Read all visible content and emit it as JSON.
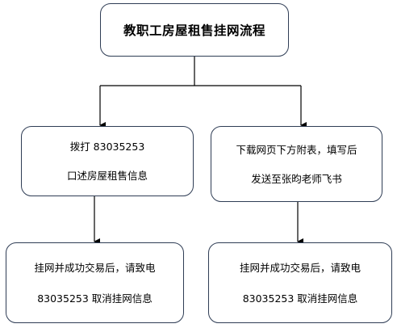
{
  "flowchart": {
    "title": "教职工房屋租售挂网流程",
    "left_branch": {
      "step1": {
        "line1": "拨打 83035253",
        "line2": "口述房屋租售信息"
      },
      "step2": {
        "line1": "挂网并成功交易后，请致电",
        "line2": "83035253 取消挂网信息"
      }
    },
    "right_branch": {
      "step1": {
        "line1": "下载网页下方附表，填写后",
        "line2": "发送至张昀老师飞书"
      },
      "step2": {
        "line1": "挂网并成功交易后，请致电",
        "line2": "83035253 取消挂网信息"
      }
    }
  },
  "colors": {
    "box_border": "#2f3d55",
    "connector": "#000000",
    "background": "#ffffff"
  }
}
